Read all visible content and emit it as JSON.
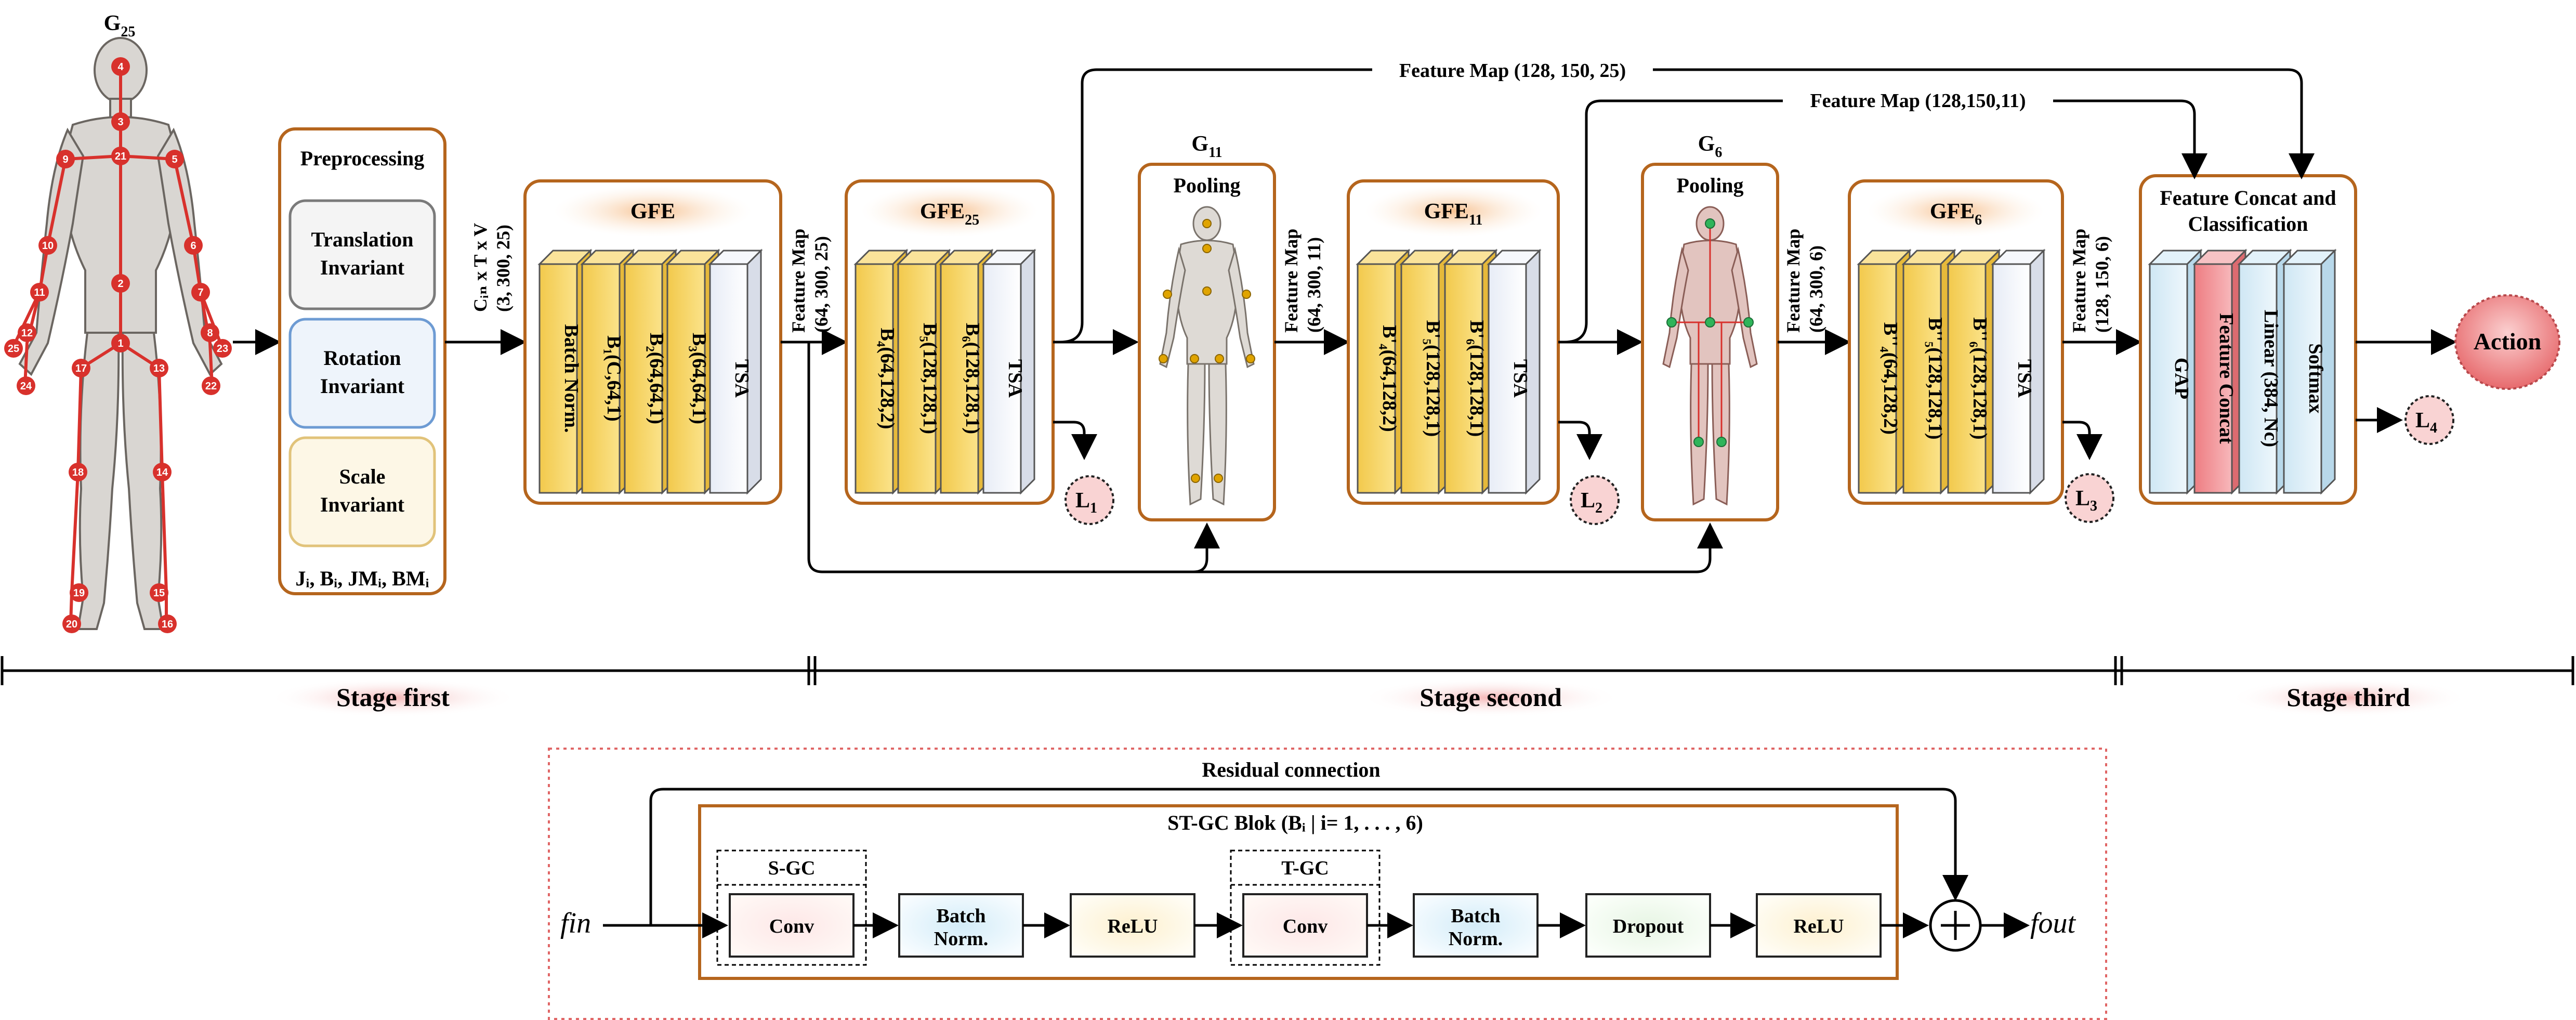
{
  "skeleton": {
    "title": "G",
    "title_sub": "25",
    "joints": [
      "1",
      "2",
      "3",
      "4",
      "5",
      "6",
      "7",
      "8",
      "9",
      "10",
      "11",
      "12",
      "13",
      "14",
      "15",
      "16",
      "17",
      "18",
      "19",
      "20",
      "21",
      "22",
      "23",
      "24",
      "25"
    ],
    "inputs_label": "Jᵢ, Bᵢ, JMᵢ, BMᵢ"
  },
  "preprocessing": {
    "title": "Preprocessing",
    "translation": [
      "Translation",
      "Invariant"
    ],
    "rotation": [
      "Rotation",
      "Invariant"
    ],
    "scale": [
      "Scale",
      "Invariant"
    ]
  },
  "input_dim": {
    "line1": "Cᵢₙ x T x V",
    "line2": "(3, 300, 25)"
  },
  "gfe": {
    "title": "GFE",
    "blocks": [
      "Batch Norm.",
      "B₁(C,64,1)",
      "B₂(64,64,1)",
      "B₃(64,64,1)",
      "TSA"
    ]
  },
  "fm1": {
    "line1": "Feature Map",
    "line2": "(64, 300, 25)"
  },
  "gfe25": {
    "title_main": "GFE",
    "title_sub": "25",
    "blocks": [
      "B₄(64,128,2)",
      "B₅(128,128,1)",
      "B₆(128,128,1)",
      "TSA"
    ]
  },
  "pool1": {
    "group": "G",
    "group_sub": "11",
    "title": "Pooling"
  },
  "fm2": {
    "line1": "Feature Map",
    "line2": "(64, 300, 11)"
  },
  "gfe11": {
    "title_main": "GFE",
    "title_sub": "11",
    "blocks": [
      "B'₄(64,128,2)",
      "B'₅(128,128,1)",
      "B'₆(128,128,1)",
      "TSA"
    ]
  },
  "pool2": {
    "group": "G",
    "group_sub": "6",
    "title": "Pooling"
  },
  "fm3": {
    "line1": "Feature Map",
    "line2": "(64, 300, 6)"
  },
  "gfe6": {
    "title_main": "GFE",
    "title_sub": "6",
    "blocks": [
      "B''₄(64,128,2)",
      "B''₅(128,128,1)",
      "B''₆(128,128,1)",
      "TSA"
    ]
  },
  "fm4": {
    "line1": "Feature Map",
    "line2": "(128, 150, 6)"
  },
  "top_fm": {
    "upper": "Feature Map (128, 150, 25)",
    "lower": "Feature Map (128,150,11)"
  },
  "classify": {
    "title_line1": "Feature Concat and",
    "title_line2": "Classification",
    "blocks": [
      "GAP",
      "Feature Concat",
      "Linear (384, Nc)",
      "Softmax"
    ]
  },
  "action": "Action",
  "losses": [
    {
      "main": "L",
      "sub": "1"
    },
    {
      "main": "L",
      "sub": "2"
    },
    {
      "main": "L",
      "sub": "3"
    },
    {
      "main": "L",
      "sub": "4"
    }
  ],
  "stages": [
    "Stage first",
    "Stage second",
    "Stage third"
  ],
  "stgc": {
    "residual": "Residual connection",
    "title": "ST-GC Blok (Bᵢ | i= 1, . . . , 6)",
    "fin": "fin",
    "fout": "fout",
    "sgc": "S-GC",
    "tgc": "T-GC",
    "ops": [
      "Conv",
      "Batch Norm.",
      "ReLU",
      "Conv",
      "Batch Norm.",
      "Dropout",
      "ReLU"
    ]
  },
  "colors": {
    "orange_border": "#b5651d",
    "gold_block": "#f6d35e",
    "tsa_block": "#eef1f8",
    "gap_block": "#d6ecf6",
    "concat_block": "#ef8a8e",
    "action_fill": "#ee8082",
    "loss_fill": "#f9d3d3",
    "joint_red": "#d8312c",
    "joint_gold": "#e0a400",
    "joint_green": "#2fb45a",
    "translation_border": "#7a7a7a",
    "rotation_border": "#6d9bd3",
    "scale_border": "#e1c37a",
    "dashed_red": "#e06666"
  }
}
